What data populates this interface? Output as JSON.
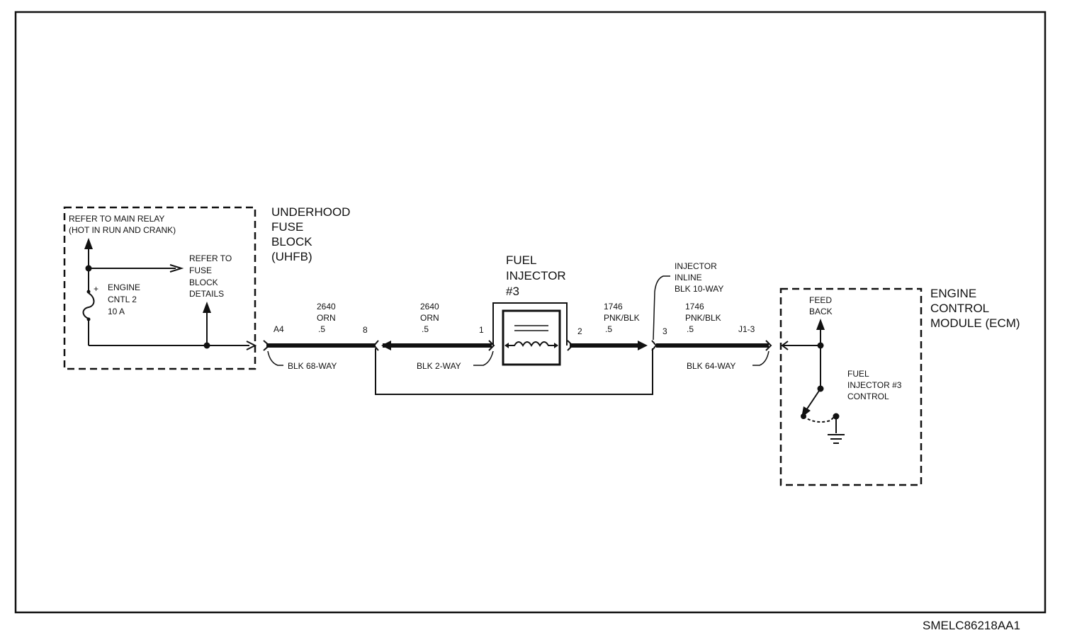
{
  "underhood_fuse_block": {
    "title_lines": [
      "UNDERHOOD",
      "FUSE",
      "BLOCK",
      "(UHFB)"
    ],
    "refer_main_relay": [
      "REFER TO MAIN RELAY",
      "(HOT IN RUN AND CRANK)"
    ],
    "fuse_label": [
      "ENGINE",
      "CNTL 2",
      "10 A"
    ],
    "refer_fuse_block": [
      "REFER TO",
      "FUSE",
      "BLOCK",
      "DETAILS"
    ]
  },
  "wire_1": {
    "circuit": "2640",
    "color": "ORN",
    "gauge": ".5",
    "pin_left": "A4",
    "pin_right": "8",
    "connector": "BLK 68-WAY"
  },
  "wire_2": {
    "circuit": "2640",
    "color": "ORN",
    "gauge": ".5",
    "pin_right": "1",
    "connector": "BLK 2-WAY"
  },
  "fuel_injector": {
    "title_lines": [
      "FUEL",
      "INJECTOR",
      "#3"
    ]
  },
  "wire_3": {
    "circuit": "1746",
    "color": "PNK/BLK",
    "gauge": ".5",
    "pin_left": "2"
  },
  "injector_inline": {
    "lines": [
      "INJECTOR",
      "INLINE",
      "BLK 10-WAY"
    ],
    "pin": "3"
  },
  "wire_4": {
    "circuit": "1746",
    "color": "PNK/BLK",
    "gauge": ".5",
    "pin_right": "J1-3",
    "connector": "BLK 64-WAY"
  },
  "ecm": {
    "title_lines": [
      "ENGINE",
      "CONTROL",
      "MODULE (ECM)"
    ],
    "feedback": [
      "FEED",
      "BACK"
    ],
    "control": [
      "FUEL",
      "INJECTOR #3",
      "CONTROL"
    ]
  },
  "footer": {
    "code": "SMELC86218AA1"
  }
}
